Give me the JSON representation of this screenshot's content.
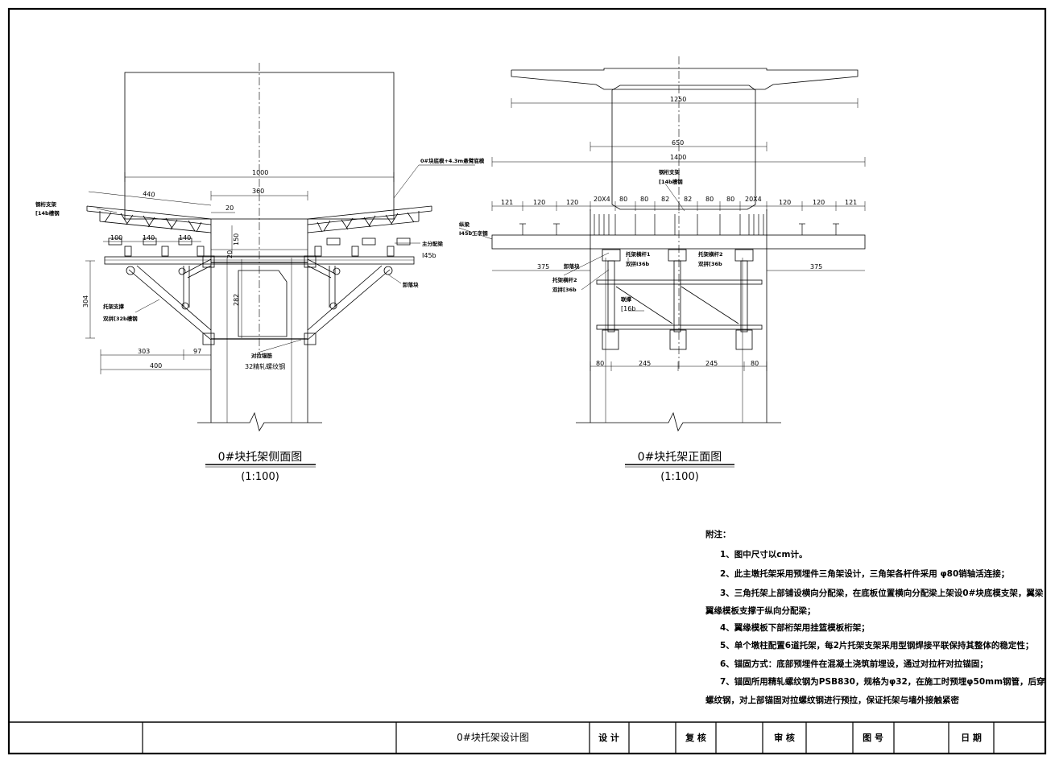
{
  "side_view": {
    "title": "0#块托架侧面图",
    "scale": "(1:100)",
    "dims": {
      "top_width": "1000",
      "cantilever": "440",
      "middle": "360",
      "gap": "20",
      "a": "100",
      "b": "140",
      "c": "140",
      "height_150": "150",
      "height_20": "20",
      "height_282": "282",
      "height_304": "304",
      "d_303": "303",
      "d_97": "97",
      "d_400": "400"
    },
    "labels": {
      "steel_support": "钢桁支架",
      "channel_14b": "[14b槽钢",
      "top_note": "0#块底模+4.3m悬臂底模",
      "main_beam": "主分配梁",
      "main_beam_spec": "I45b",
      "unload_block": "卸落块",
      "bracket_brace": "托架支撑",
      "brace_spec": "双拼[32b槽钢",
      "tie_anchor": "对拉锚筋",
      "tie_spec": "32精轧螺纹钢"
    }
  },
  "front_view": {
    "title": "0#块托架正面图",
    "scale": "(1:100)",
    "dims": {
      "d_1250": "1250",
      "d_650": "650",
      "d_1400": "1400",
      "spacing": [
        "121",
        "120",
        "120",
        "20X4",
        "80",
        "80",
        "82",
        "82",
        "80",
        "80",
        "20X4",
        "120",
        "120",
        "121"
      ],
      "left_375": "375",
      "right_375": "375",
      "bottom": [
        "80",
        "245",
        "245",
        "80"
      ]
    },
    "labels": {
      "steel_support": "钢桁支架",
      "channel_14b": "[14b槽钢",
      "beam": "纵梁",
      "beam_spec": "I45b工字钢",
      "unload_block": "卸落块",
      "bar1": "托架横杆1",
      "bar1_spec": "双拼I36b",
      "bar2_right": "托架横杆2",
      "bar2_right_spec": "双拼[36b",
      "bar2_left": "托架横杆2",
      "bar2_left_spec": "双拼[36b",
      "link": "联撑",
      "link_spec": "[16b"
    }
  },
  "notes": {
    "heading": "附注：",
    "lines": [
      "1、图中尺寸以cm计。",
      "2、此主墩托架采用预埋件三角架设计，三角架各杆件采用 φ80销轴活连接；",
      "3、三角托架上部铺设横向分配梁，在底板位置横向分配梁上架设0#块底模支架，翼梁",
      "翼缘模板支撑于纵向分配梁；",
      "4、翼缘模板下部桁架用挂篮模板桁架；",
      "5、单个墩柱配置6道托架，每2片托架支架采用型钢焊接平联保持其整体的稳定性；",
      "6、锚固方式：底部预埋件在混凝土浇筑前埋设，通过对拉杆对拉锚固；",
      "7、锚固所用精轧螺纹钢为PSB830，规格为φ32，在施工时预埋φ50mm钢管，后穿",
      "螺纹钢，对上部锚固对拉螺纹钢进行预拉，保证托架与墙外接触紧密"
    ]
  },
  "title_block": {
    "drawing_name": "0#块托架设计图",
    "design": "设 计",
    "review": "复 核",
    "audit": "审 核",
    "drawing_no": "图 号",
    "date": "日 期"
  }
}
